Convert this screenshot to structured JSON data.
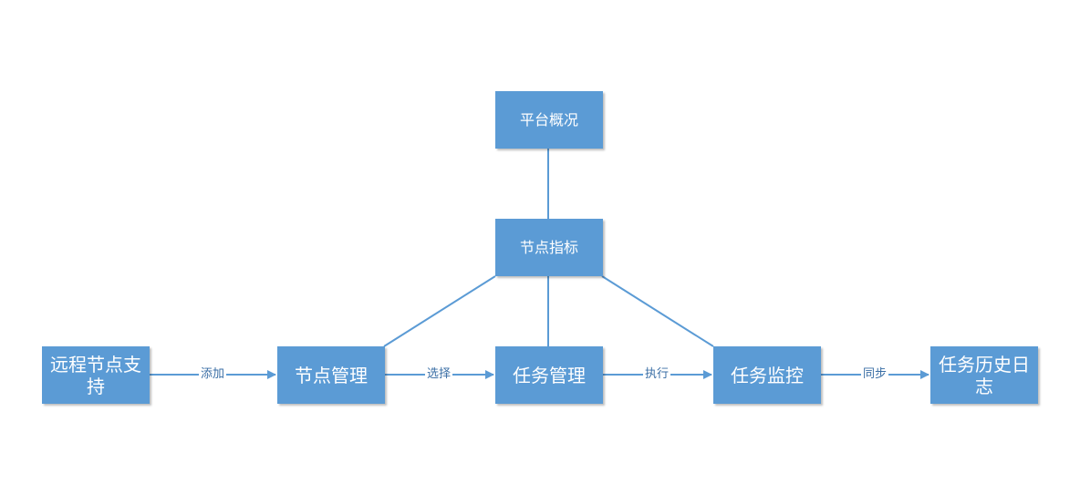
{
  "nodes": {
    "platform_overview": "平台概况",
    "node_metrics": "节点指标",
    "remote_node_support": "远程节点支持",
    "node_management": "节点管理",
    "task_management": "任务管理",
    "task_monitoring": "任务监控",
    "task_history_log": "任务历史日志"
  },
  "edges": {
    "add": "添加",
    "select": "选择",
    "execute": "执行",
    "sync": "同步"
  },
  "colors": {
    "node_fill": "#5b9bd5",
    "line": "#5b9bd5",
    "node_text": "#ffffff"
  }
}
